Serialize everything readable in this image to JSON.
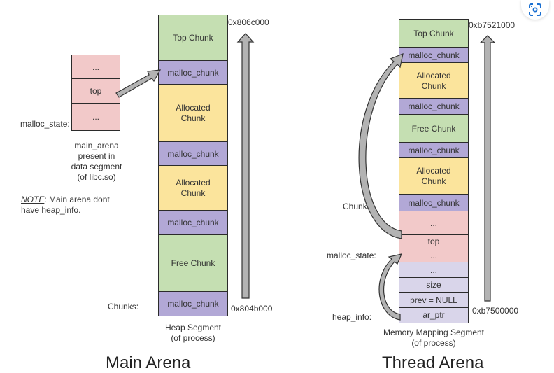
{
  "main_arena": {
    "title": "Main Arena",
    "malloc_state_label": "malloc_state:",
    "malloc_state_fields": [
      "...",
      "top",
      "..."
    ],
    "arena_caption": [
      "main_arena",
      "present in",
      "data segment",
      "(of libc.so)"
    ],
    "note_prefix": "NOTE",
    "note_text": ": Main arena dont",
    "note_text2": "have heap_info.",
    "chunks_label": "Chunks:",
    "segment_caption": [
      "Heap Segment",
      "(of process)"
    ],
    "addr_top": "0x806c000",
    "addr_bottom": "0x804b000",
    "blocks": [
      {
        "label": "Top Chunk",
        "type": "top"
      },
      {
        "label": "malloc_chunk",
        "type": "header"
      },
      {
        "label": "Allocated Chunk",
        "type": "allocated"
      },
      {
        "label": "malloc_chunk",
        "type": "header"
      },
      {
        "label": "Allocated Chunk",
        "type": "allocated"
      },
      {
        "label": "malloc_chunk",
        "type": "header"
      },
      {
        "label": "Free Chunk",
        "type": "free"
      },
      {
        "label": "malloc_chunk",
        "type": "header"
      }
    ]
  },
  "thread_arena": {
    "title": "Thread Arena",
    "chunks_label": "Chunks:",
    "malloc_state_label": "malloc_state:",
    "heap_info_label": "heap_info:",
    "segment_caption": [
      "Memory Mapping Segment",
      "(of process)"
    ],
    "addr_top": "0xb7521000",
    "addr_bottom": "0xb7500000",
    "blocks": [
      {
        "label": "Top Chunk",
        "type": "top"
      },
      {
        "label": "malloc_chunk",
        "type": "header"
      },
      {
        "label": "Allocated Chunk",
        "type": "allocated"
      },
      {
        "label": "malloc_chunk",
        "type": "header"
      },
      {
        "label": "Free Chunk",
        "type": "free"
      },
      {
        "label": "malloc_chunk",
        "type": "header"
      },
      {
        "label": "Allocated Chunk",
        "type": "allocated"
      },
      {
        "label": "malloc_chunk",
        "type": "header"
      },
      {
        "label": "...",
        "type": "malloc_state"
      },
      {
        "label": "top",
        "type": "malloc_state"
      },
      {
        "label": "...",
        "type": "malloc_state"
      },
      {
        "label": "...",
        "type": "heap_info"
      },
      {
        "label": "size",
        "type": "heap_info"
      },
      {
        "label": "prev = NULL",
        "type": "heap_info"
      },
      {
        "label": "ar_ptr",
        "type": "heap_info"
      }
    ]
  },
  "colors": {
    "top": "#c5dfb2",
    "free": "#c5dfb2",
    "header": "#b2a8d6",
    "allocated": "#fbe49c",
    "malloc_state": "#f2c9c9",
    "heap_info": "#d9d5ea",
    "arrow": "#b3b3b3"
  },
  "overlay": {
    "lens_icon": "visual-search-icon"
  }
}
